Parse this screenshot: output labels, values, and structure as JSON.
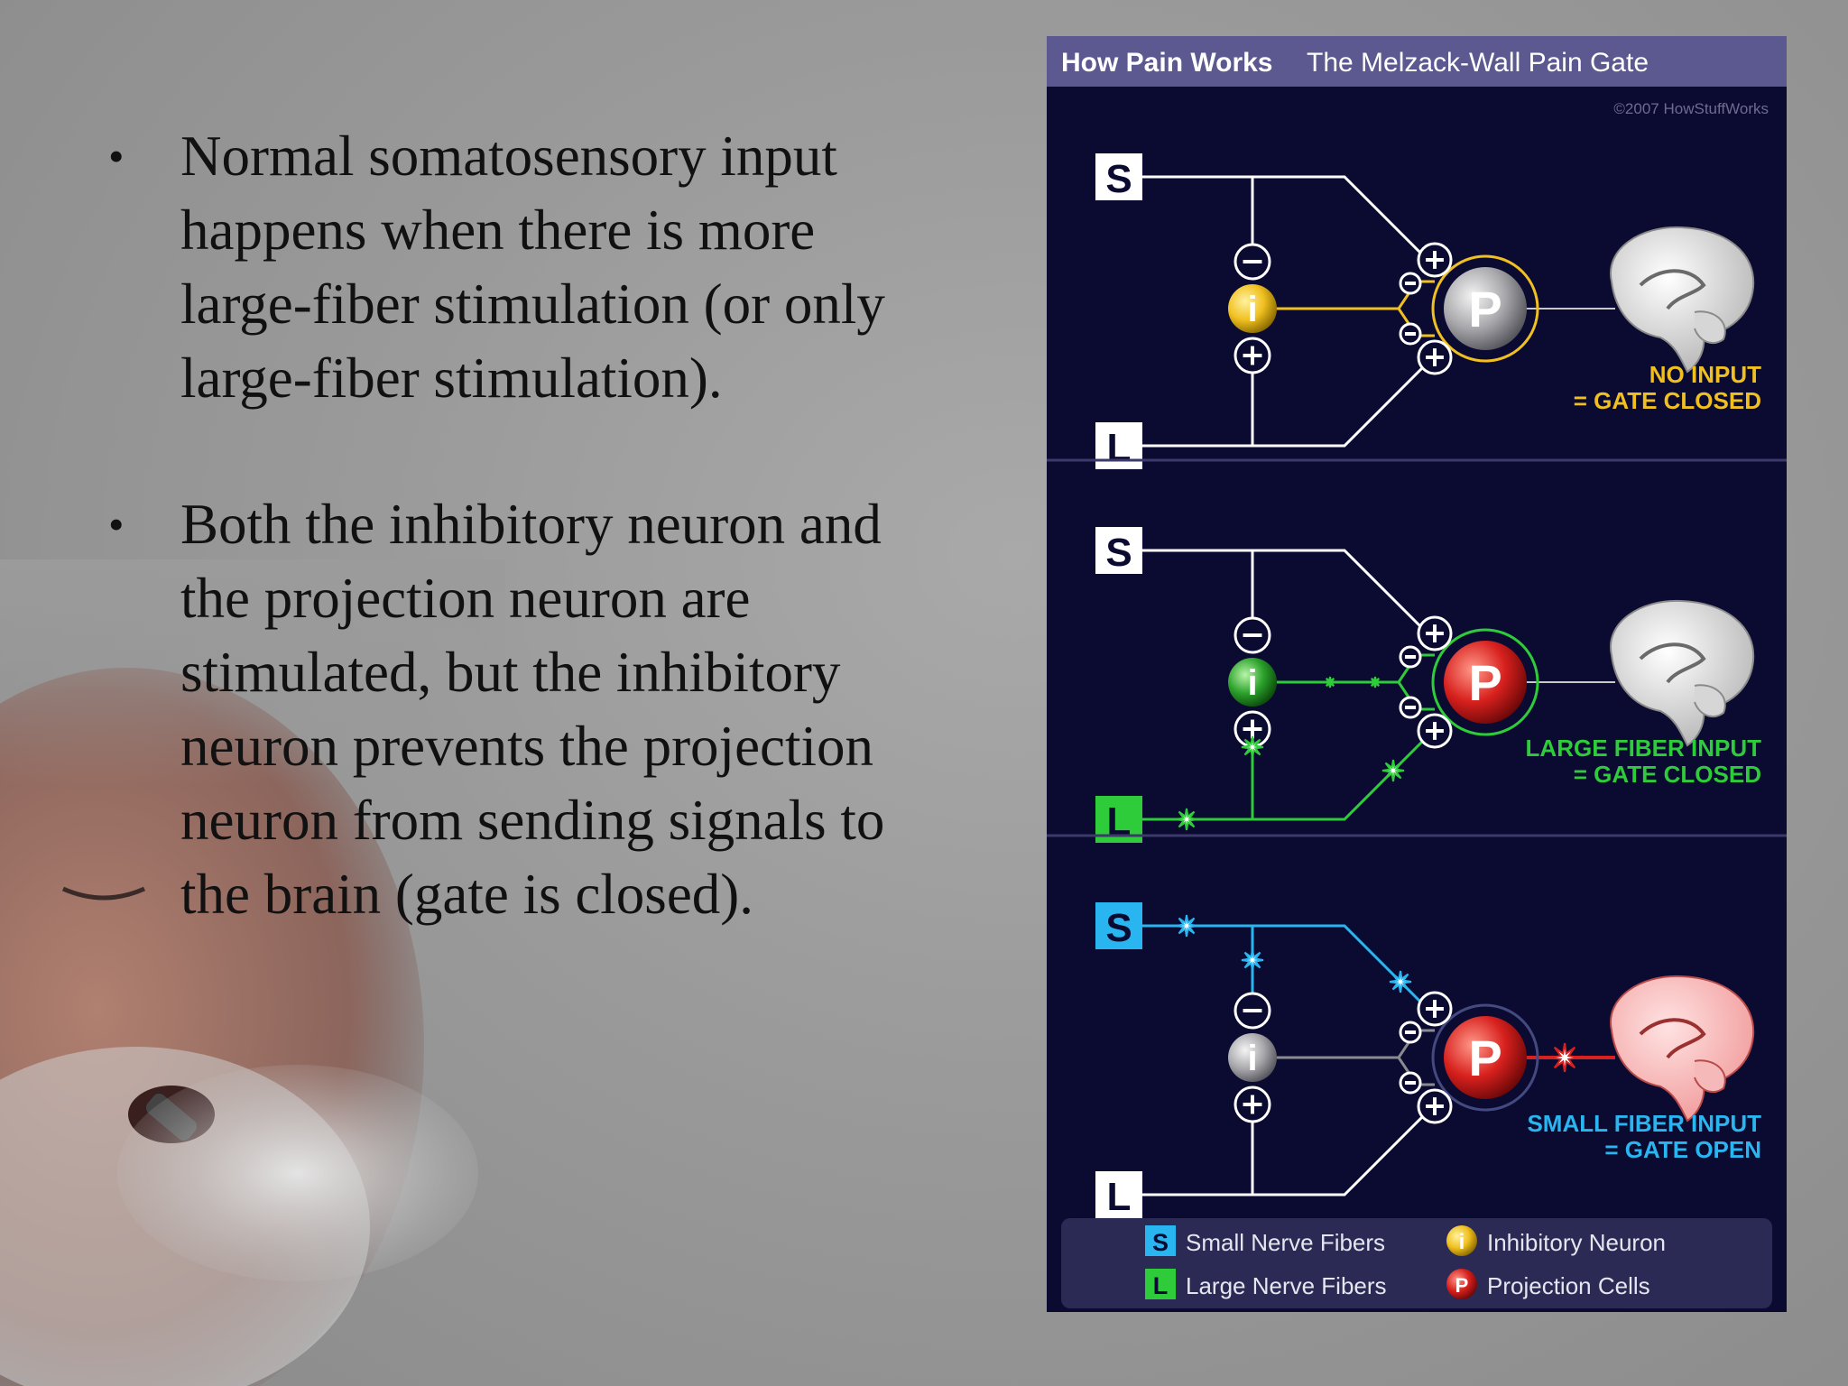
{
  "slide": {
    "bullets": [
      {
        "marker": "•",
        "text": "Normal somatosensory input happens when there is more large-fiber stimulation (or only large-fiber stimulation)."
      },
      {
        "marker": "•",
        "text": " Both the inhibitory neuron and the projection neuron are stimulated, but the inhibitory neuron prevents the projection neuron from sending signals to the brain (gate is closed)."
      }
    ]
  },
  "diagram": {
    "title_bold": "How Pain Works",
    "title_rest": "The Melzack-Wall Pain Gate",
    "copyright": "©2007 HowStuffWorks",
    "labels": {
      "small": "S",
      "large": "L",
      "inhibitory": "i",
      "projection": "P",
      "minus": "−",
      "plus": "+"
    },
    "panels": [
      {
        "caption_line1": "NO INPUT",
        "caption_line2": "= GATE CLOSED",
        "caption_color": "#f0c020",
        "s_active": false,
        "l_active": false,
        "i_state": "yellow",
        "p_state": "gray",
        "brain_active": false
      },
      {
        "caption_line1": "LARGE FIBER INPUT",
        "caption_line2": "= GATE CLOSED",
        "caption_color": "#2ecc3a",
        "s_active": false,
        "l_active": true,
        "i_state": "green",
        "p_state": "red",
        "brain_active": false
      },
      {
        "caption_line1": "SMALL FIBER INPUT",
        "caption_line2": "= GATE OPEN",
        "caption_color": "#29b6f0",
        "s_active": true,
        "l_active": false,
        "i_state": "gray",
        "p_state": "red",
        "brain_active": true
      }
    ],
    "legend": {
      "small": "Small Nerve Fibers",
      "large": "Large Nerve Fibers",
      "inhibitory": "Inhibitory Neuron",
      "projection": "Projection Cells"
    },
    "colors": {
      "background": "#0b0a30",
      "header": "#5c5890",
      "small_fiber": "#29b6f0",
      "large_fiber": "#2ecc3a",
      "inhibitory": "#f0c020",
      "projection": "#d8211e"
    }
  }
}
